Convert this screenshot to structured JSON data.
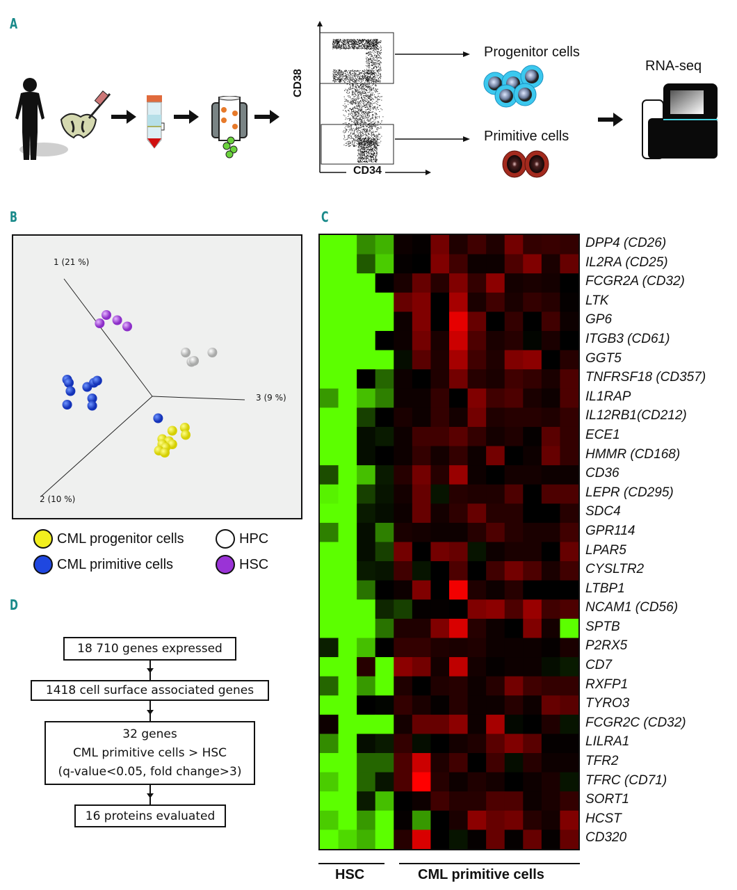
{
  "panels": {
    "a": {
      "letter": "A",
      "flow_axes": {
        "x": "CD34",
        "y": "CD38"
      },
      "progenitor_label": "Progenitor cells",
      "primitive_label": "Primitive cells",
      "rnaseq_label": "RNA-seq",
      "icons": [
        "person-silhouette-icon",
        "pelvis-syringe-icon",
        "centrifuge-tube-icon",
        "magnetic-column-icon",
        "sequencer-icon"
      ]
    },
    "b": {
      "letter": "B",
      "axis_labels": {
        "pc1": "1 (21 %)",
        "pc2": "2 (10 %)",
        "pc3": "3 (9 %)"
      },
      "legend": [
        {
          "label": "CML progenitor cells",
          "color": "#f2ef1e"
        },
        {
          "label": "HPC",
          "color": "#ffffff"
        },
        {
          "label": "CML primitive cells",
          "color": "#1f47e0"
        },
        {
          "label": "HSC",
          "color": "#9a33d6"
        }
      ]
    },
    "c": {
      "letter": "C",
      "group_labels": {
        "hsc": "HSC",
        "cml": "CML primitive cells"
      }
    },
    "d": {
      "letter": "D",
      "steps": [
        {
          "lines": [
            "18 710 genes expressed"
          ]
        },
        {
          "lines": [
            "1418 cell surface associated genes"
          ]
        },
        {
          "lines": [
            "32 genes",
            "CML primitive cells > HSC",
            "(q-value<0.05, fold change>3)"
          ]
        },
        {
          "lines": [
            "16 proteins evaluated"
          ]
        }
      ]
    }
  },
  "chart_data": [
    {
      "type": "scatter",
      "title": "PCA (3D projection)",
      "axes": [
        "1 (21 %)",
        "2 (10 %)",
        "3 (9 %)"
      ],
      "legend_placement": "bottom",
      "series": [
        {
          "name": "HSC",
          "color": "#9a33d6",
          "points": [
            [
              -0.55,
              0.78
            ],
            [
              -0.63,
              0.7
            ],
            [
              -0.42,
              0.73
            ],
            [
              -0.3,
              0.67
            ]
          ]
        },
        {
          "name": "HPC",
          "color": "#ffffff",
          "points": [
            [
              0.4,
              0.42
            ],
            [
              0.47,
              0.33
            ],
            [
              0.5,
              0.34
            ],
            [
              0.72,
              0.42
            ]
          ]
        },
        {
          "name": "CML primitive cells",
          "color": "#1f47e0",
          "points": [
            [
              -1.02,
              0.16
            ],
            [
              -1.0,
              0.13
            ],
            [
              -0.98,
              0.05
            ],
            [
              -0.78,
              0.09
            ],
            [
              -0.7,
              0.13
            ],
            [
              -0.66,
              0.15
            ],
            [
              -0.72,
              -0.02
            ],
            [
              -0.72,
              -0.09
            ],
            [
              -1.02,
              -0.08
            ],
            [
              0.07,
              -0.21
            ]
          ]
        },
        {
          "name": "CML progenitor cells",
          "color": "#f2ef1e",
          "points": [
            [
              0.24,
              -0.33
            ],
            [
              0.39,
              -0.3
            ],
            [
              0.4,
              -0.37
            ],
            [
              0.12,
              -0.41
            ],
            [
              0.2,
              -0.43
            ],
            [
              0.24,
              -0.46
            ],
            [
              0.12,
              -0.46
            ],
            [
              0.16,
              -0.49
            ],
            [
              0.08,
              -0.52
            ],
            [
              0.15,
              -0.54
            ]
          ]
        }
      ]
    },
    {
      "type": "heatmap",
      "title": "",
      "xlabel": "",
      "column_groups": [
        {
          "name": "HSC",
          "count": 4
        },
        {
          "name": "CML primitive cells",
          "count": 10
        }
      ],
      "color_scale": {
        "low": "#5cff00",
        "mid": "#000000",
        "high": "#ff0000",
        "range": [
          -1,
          1
        ]
      },
      "rows": [
        "DPP4 (CD26)",
        "IL2RA (CD25)",
        "FCGR2A (CD32)",
        "LTK",
        "GP6",
        "ITGB3 (CD61)",
        "GGT5",
        "TNFRSF18 (CD357)",
        "IL1RAP",
        "IL12RB1(CD212)",
        "ECE1",
        "HMMR (CD168)",
        "CD36",
        "LEPR (CD295)",
        "SDC4",
        "GPR114",
        "LPAR5",
        "CYSLTR2",
        "LTBP1",
        "NCAM1 (CD56)",
        "SPTB",
        "P2RX5",
        "CD7",
        "RXFP1",
        "TYRO3",
        "FCGR2C (CD32)",
        "LILRA1",
        "TFR2",
        "TFRC (CD71)",
        "SORT1",
        "HCST",
        "CD320"
      ],
      "values": [
        [
          -1,
          -1,
          -0.55,
          -0.7,
          0.05,
          0.02,
          0.45,
          0.12,
          0.25,
          0.12,
          0.45,
          0.2,
          0.22,
          0.2
        ],
        [
          -1,
          -1,
          -0.35,
          -0.8,
          0.02,
          0.0,
          0.5,
          0.25,
          0.05,
          0.05,
          0.3,
          0.5,
          0.1,
          0.4
        ],
        [
          -1,
          -1,
          -1,
          0.0,
          0.1,
          0.4,
          0.15,
          0.5,
          0.2,
          0.55,
          0.08,
          0.1,
          0.08,
          0.0
        ],
        [
          -1,
          -1,
          -1,
          -1,
          0.4,
          0.5,
          0.0,
          0.65,
          0.1,
          0.25,
          0.1,
          0.2,
          0.15,
          0.02
        ],
        [
          -1,
          -1,
          -1,
          -1,
          0.05,
          0.5,
          0.0,
          0.9,
          0.4,
          0.0,
          0.2,
          0.0,
          0.25,
          0.05
        ],
        [
          -1,
          -1,
          -1,
          0.0,
          0.05,
          0.45,
          0.1,
          0.8,
          0.3,
          0.1,
          0.15,
          -0.02,
          0.1,
          0.0
        ],
        [
          -1,
          -1,
          -1,
          -1,
          -0.05,
          0.35,
          0.12,
          0.65,
          0.25,
          0.12,
          0.5,
          0.55,
          0.0,
          0.15
        ],
        [
          -1,
          -1,
          0.0,
          -0.4,
          0.05,
          0.0,
          0.12,
          0.45,
          0.15,
          0.1,
          0.25,
          0.2,
          0.1,
          0.3
        ],
        [
          -0.6,
          -1,
          -0.75,
          -0.5,
          0.05,
          0.05,
          0.2,
          0.0,
          0.5,
          0.25,
          0.3,
          0.1,
          0.05,
          0.3
        ],
        [
          -1,
          -1,
          -0.25,
          0.0,
          0.1,
          0.05,
          0.2,
          0.08,
          0.45,
          0.12,
          0.15,
          0.15,
          0.12,
          0.2
        ],
        [
          -1,
          -1,
          -0.05,
          -0.1,
          0.05,
          0.25,
          0.25,
          0.35,
          0.2,
          0.08,
          0.12,
          0.02,
          0.35,
          0.2
        ],
        [
          -1,
          -1,
          -0.05,
          0.0,
          0.05,
          0.2,
          0.08,
          0.2,
          0.05,
          0.45,
          0.0,
          0.05,
          0.4,
          0.2
        ],
        [
          -0.3,
          -1,
          -0.75,
          -0.1,
          0.15,
          0.45,
          0.15,
          0.6,
          0.05,
          0.0,
          0.08,
          0.08,
          0.05,
          0.05
        ],
        [
          -0.95,
          -1,
          -0.25,
          -0.08,
          0.08,
          0.4,
          -0.08,
          0.15,
          0.12,
          0.12,
          0.3,
          0.0,
          0.3,
          0.3
        ],
        [
          -1,
          -1,
          -0.1,
          -0.05,
          0.05,
          0.4,
          0.08,
          0.18,
          0.4,
          0.15,
          0.15,
          0.0,
          0.0,
          0.15
        ],
        [
          -0.5,
          -1,
          -0.05,
          -0.5,
          0.1,
          0.08,
          0.05,
          0.05,
          0.15,
          0.3,
          0.15,
          0.1,
          0.1,
          0.25
        ],
        [
          -1,
          -1,
          -0.05,
          -0.25,
          0.45,
          0.0,
          0.45,
          0.4,
          -0.08,
          0.05,
          0.1,
          0.1,
          0.0,
          0.4
        ],
        [
          -1,
          -1,
          -0.1,
          -0.08,
          0.25,
          -0.08,
          0.0,
          0.3,
          0.0,
          0.25,
          0.45,
          0.3,
          0.1,
          0.25
        ],
        [
          -1,
          -1,
          -0.45,
          0.0,
          0.05,
          0.5,
          0.0,
          0.95,
          0.12,
          0.05,
          0.15,
          0.0,
          0.0,
          0.0
        ],
        [
          -1,
          -1,
          -1,
          -0.15,
          -0.25,
          0.02,
          0.02,
          0.0,
          0.5,
          0.55,
          0.3,
          0.6,
          0.25,
          0.3
        ],
        [
          -1,
          -1,
          -1,
          -0.45,
          0.12,
          0.12,
          0.5,
          0.85,
          0.15,
          0.05,
          0.0,
          0.5,
          0.08,
          -1
        ],
        [
          -0.12,
          -1,
          -0.75,
          0.0,
          0.2,
          0.2,
          0.12,
          0.1,
          0.12,
          0.05,
          0.05,
          0.05,
          0.02,
          0.1
        ],
        [
          -1,
          -1,
          0.15,
          -1,
          0.55,
          0.45,
          0.08,
          0.75,
          0.08,
          0.02,
          0.05,
          0.05,
          -0.05,
          -0.1
        ],
        [
          -0.4,
          -1,
          -0.6,
          -1,
          0.12,
          0.0,
          0.12,
          0.15,
          0.05,
          0.15,
          0.45,
          0.25,
          0.2,
          0.2
        ],
        [
          -1,
          -1,
          0.0,
          -0.02,
          0.2,
          0.1,
          0.02,
          0.15,
          0.05,
          0.05,
          0.15,
          0.05,
          0.4,
          0.35
        ],
        [
          0.05,
          -1,
          -1,
          -1,
          0.08,
          0.4,
          0.4,
          0.55,
          0.05,
          0.65,
          -0.03,
          0.0,
          0.12,
          -0.08
        ],
        [
          -0.55,
          -1,
          -0.05,
          -0.1,
          0.2,
          -0.05,
          0.0,
          0.08,
          0.12,
          0.35,
          0.5,
          0.35,
          0.02,
          0.02
        ],
        [
          -1,
          -1,
          -0.4,
          -0.4,
          0.3,
          0.8,
          0.12,
          0.25,
          0.0,
          0.25,
          -0.05,
          0.15,
          0.05,
          0.05
        ],
        [
          -0.8,
          -1,
          -0.4,
          -0.08,
          0.3,
          1.0,
          0.15,
          0.05,
          0.12,
          0.08,
          0.0,
          0.05,
          0.1,
          -0.08
        ],
        [
          -1,
          -1,
          -0.1,
          -0.75,
          0.0,
          0.05,
          0.25,
          0.15,
          0.15,
          0.3,
          0.3,
          0.05,
          0.1,
          0.2
        ],
        [
          -0.8,
          -1,
          -0.6,
          -1,
          0.02,
          -0.6,
          0.0,
          0.1,
          0.55,
          0.4,
          0.45,
          0.15,
          0.08,
          0.5
        ],
        [
          -1,
          -0.85,
          -0.7,
          -1,
          0.15,
          0.85,
          0.0,
          -0.08,
          0.02,
          0.4,
          0.02,
          0.4,
          0.02,
          0.4
        ]
      ]
    }
  ]
}
